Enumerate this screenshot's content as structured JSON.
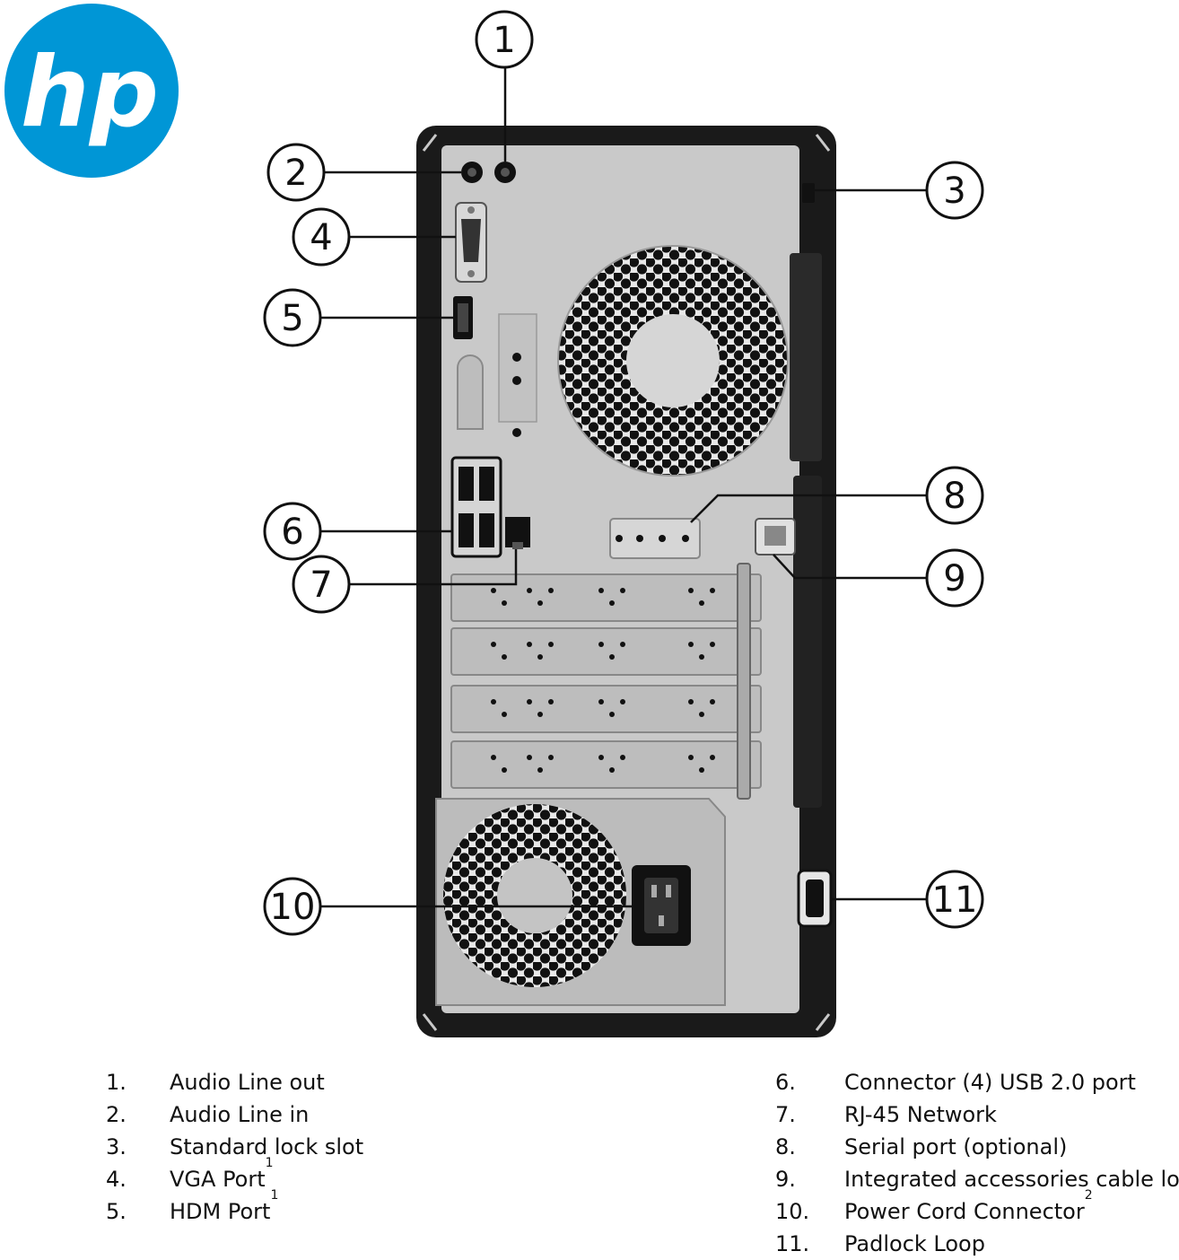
{
  "logo": {
    "text": "hp",
    "color": "#0096d6"
  },
  "colors": {
    "chassis": "#1a1a1a",
    "panel": "#c9c9c9",
    "ink": "#111111"
  },
  "callouts": [
    "1",
    "2",
    "3",
    "4",
    "5",
    "6",
    "7",
    "8",
    "9",
    "10",
    "11"
  ],
  "legend": [
    {
      "num": "1.",
      "label": "Audio Line out",
      "sup": ""
    },
    {
      "num": "2.",
      "label": "Audio Line in",
      "sup": ""
    },
    {
      "num": "3.",
      "label": "Standard lock slot",
      "sup": ""
    },
    {
      "num": "4.",
      "label": "VGA Port",
      "sup": "1"
    },
    {
      "num": "5.",
      "label": "HDM Port",
      "sup": "1"
    },
    {
      "num": "6.",
      "label": "Connector (4) USB 2.0 port",
      "sup": ""
    },
    {
      "num": "7.",
      "label": "RJ-45 Network",
      "sup": ""
    },
    {
      "num": "8.",
      "label": "Serial port (optional)",
      "sup": ""
    },
    {
      "num": "9.",
      "label": "Integrated accessories cable lock",
      "sup": ""
    },
    {
      "num": "10.",
      "label": "Power Cord Connector",
      "sup": "2"
    },
    {
      "num": "11.",
      "label": "Padlock Loop",
      "sup": ""
    }
  ]
}
